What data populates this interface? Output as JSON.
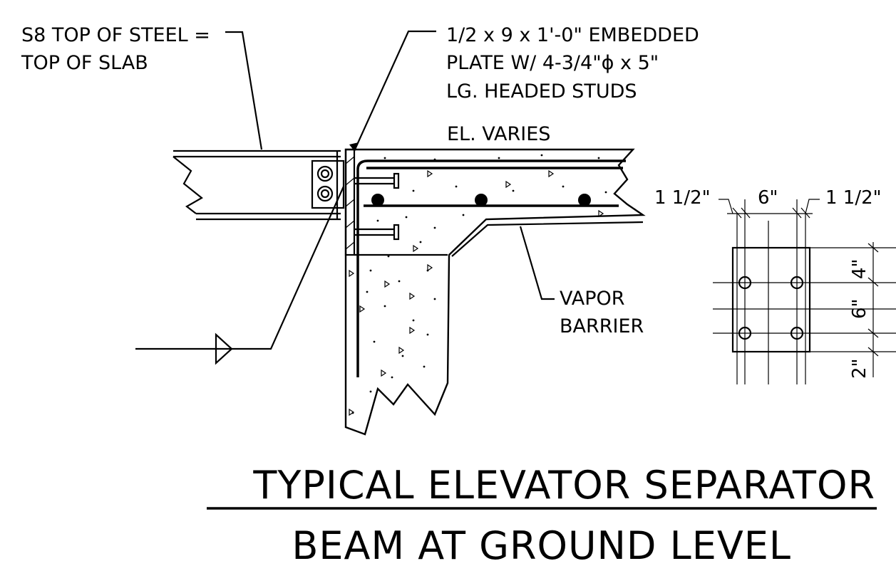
{
  "notes": {
    "top_of_steel_1": "S8 TOP OF STEEL =",
    "top_of_steel_2": "TOP OF SLAB",
    "embedded_1": "1/2 x 9 x 1'-0\" EMBEDDED",
    "embedded_2": "PLATE W/ 4-3/4\"ϕ x 5\"",
    "embedded_3": "LG. HEADED STUDS",
    "elevation": "EL. VARIES",
    "vapor_1": "VAPOR",
    "vapor_2": "BARRIER"
  },
  "plate_detail": {
    "dim_left": "1 1/2\"",
    "dim_middle": "6\"",
    "dim_right": "1 1/2\"",
    "dim_top": "4\"",
    "dim_mid_vertical": "6\"",
    "dim_bottom": "2\""
  },
  "title": {
    "line1": "TYPICAL ELEVATOR SEPARATOR",
    "line2": "BEAM AT GROUND LEVEL"
  }
}
